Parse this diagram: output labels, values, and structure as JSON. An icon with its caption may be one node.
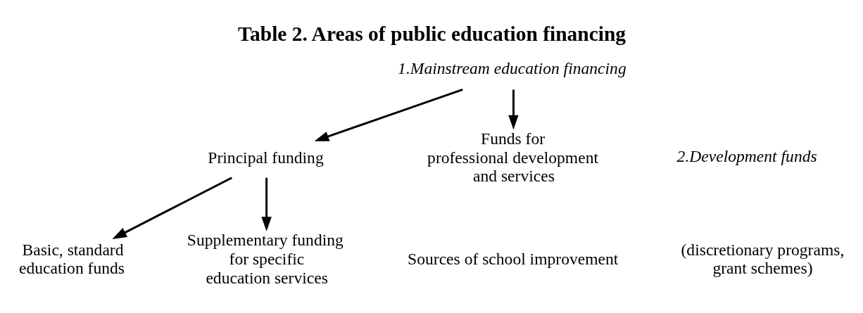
{
  "diagram": {
    "title": "Table 2. Areas of public education financing",
    "nodes": [
      {
        "text": [
          "1.Mainstream education financing"
        ]
      },
      {
        "text": [
          "Principal funding"
        ]
      },
      {
        "text": [
          "Funds for professional development and services"
        ]
      },
      {
        "text": [
          "Basic, standard education funds"
        ]
      },
      {
        "text": [
          "Supplementary funding for specific education services"
        ]
      }
    ],
    "edges": [
      {
        "from": 0,
        "to": 1,
        "arrow": "to"
      },
      {
        "from": 0,
        "to": 2,
        "arrow": "to"
      },
      {
        "from": 1,
        "to": 3,
        "arrow": "to"
      },
      {
        "from": 1,
        "to": 4,
        "arrow": "to"
      }
    ],
    "labels": [
      "2.Development funds",
      "(discretionary programs, grant schemes)",
      "Sources of school improvement"
    ]
  }
}
